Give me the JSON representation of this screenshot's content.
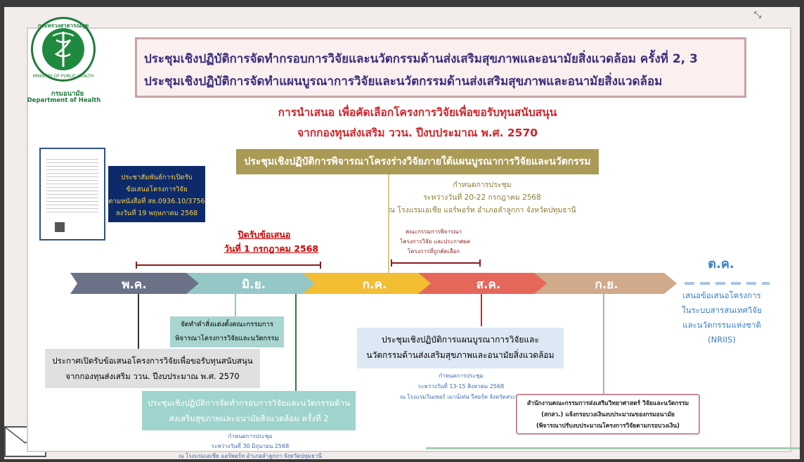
{
  "logo": {
    "arc_text": "กระทรวงสาธารณสุข",
    "ring_text": "MINISTRY OF PUBLIC HEALTH",
    "dept_th": "กรมอนามัย",
    "dept_en": "Department of Health"
  },
  "title": {
    "line1": "ประชุมเชิงปฏิบัติการจัดทำกรอบการวิจัยและนวัตกรรมด้านส่งเสริมสุขภาพและอนามัยสิ่งแวดล้อม ครั้งที่ 2, 3",
    "line2": "ประชุมเชิงปฏิบัติการจัดทำแผนบูรณาการวิจัยและนวัตกรรมด้านส่งเสริมสุขภาพและอนามัยสิ่งแวดล้อม"
  },
  "heading": {
    "line1": "การนำเสนอ เพื่อคัดเลือกโครงการวิจัยเพื่อขอรับทุนสนับสนุน",
    "line2": "จากกองทุนส่งเสริม ววน. ปีงบประมาณ พ.ศ. 2570"
  },
  "meeting_main": {
    "label": "ประชุมเชิงปฏิบัติการพิจารณาโครงร่างวิจัยภายใต้แผนบูรณาการวิจัยและนวัตกรรม",
    "sched1": "กำหนดการประชุม",
    "sched2": "ระหว่างวันที่ 20-22 กรกฎาคม 2568",
    "sched3": "ณ โรงแรมเอเชีย แอร์พอร์ท อำเภอลำลูกกา จังหวัดปทุมธานี"
  },
  "announce": {
    "line1": "ประชาสัมพันธ์การเปิดรับ",
    "line2": "ข้อเสนอโครงการวิจัย",
    "line3": "ตามหนังสือที่ สธ.0936.10/3756",
    "line4": "ลงวันที่ 19 พฤษภาคม 2568"
  },
  "close_call": {
    "line1": "ปิดรับข้อเสนอ",
    "line2": "วันที่ 1 กรกฎาคม 2568"
  },
  "committee": {
    "line1": "คณะกรรมการพิจารณา",
    "line2": "โครงการวิจัย และประกาศผล",
    "line3": "โครงการที่ถูกคัดเลือก"
  },
  "months": [
    {
      "label": "พ.ค.",
      "color": "#6b7287"
    },
    {
      "label": "มิ.ย.",
      "color": "#94c7c6"
    },
    {
      "label": "ก.ค.",
      "color": "#f3bd34"
    },
    {
      "label": "ส.ค.",
      "color": "#e5675a"
    },
    {
      "label": "ก.ย.",
      "color": "#d1a98b"
    },
    {
      "label": "ต.ค.",
      "color": "#5b9bd5"
    }
  ],
  "oct_text": {
    "line1": "เสนอข้อเสนอโครงการ",
    "line2": "ในระบบสารสนเทศวิจัย",
    "line3": "และนวัตกรรมแห่งชาติ",
    "line4": "(NRIIS)"
  },
  "committee_setup": {
    "line1": "จัดทำคำสั่งแต่งตั้งคณะกรรมการ",
    "line2": "พิจารณาโครงการวิจัยและนวัตกรรม"
  },
  "call_box": {
    "line1": "ประกาศเปิดรับข้อเสนอโครงการวิจัยเพื่อขอรับทุนสนับสนุน",
    "line2": "จากกองทุนส่งเสริม ววน. ปีงบประมาณ พ.ศ. 2570"
  },
  "framework_box": {
    "line1": "ประชุมเชิงปฏิบัติการจัดทำกรอบการวิจัยและนวัตกรรมด้าน",
    "line2": "ส่งเสริมสุขภาพและอนามัยสิ่งแวดล้อม ครั้งที่ 2",
    "sched1": "กำหนดการประชุม",
    "sched2": "ระหว่างวันที่ 30 มิถุนายน 2568",
    "sched3": "ณ โรงแรมเอเชีย แอร์พอร์ท อำเภอลำลูกกา จังหวัดปทุมธานี"
  },
  "plan_box": {
    "line1": "ประชุมเชิงปฏิบัติการแผนบูรณาการวิจัยและ",
    "line2": "นวัตกรรมด้านส่งเสริมสุขภาพและอนามัยสิ่งแวดล้อม",
    "sched1": "กำหนดการประชุม",
    "sched2": "ระหว่างวันที่ 13-15 สิงหาคม 2568",
    "sched3": "ณ โรงแรมวินเซอร์ เมาน์เท่น รีสอร์ท จังหวัดสระบุรี"
  },
  "tsri_box": {
    "line1": "สำนักงานคณะกรรมการส่งเสริมวิทยาศาสตร์ วิจัยและนวัตกรรม",
    "line2": "(สกสว.) แจ้งกรอบวงเงินงบประมาณของกรมอนามัย",
    "line3": "(พิจารณาปรับงบประมาณโครงการวิจัยตามกรอบวงเงิน)"
  },
  "colors": {
    "title_border": "#c9a3a6",
    "heading_red": "#d1232a",
    "olive": "#aa9a55",
    "navy": "#0d2a6b",
    "teal": "#a8d5d1"
  }
}
